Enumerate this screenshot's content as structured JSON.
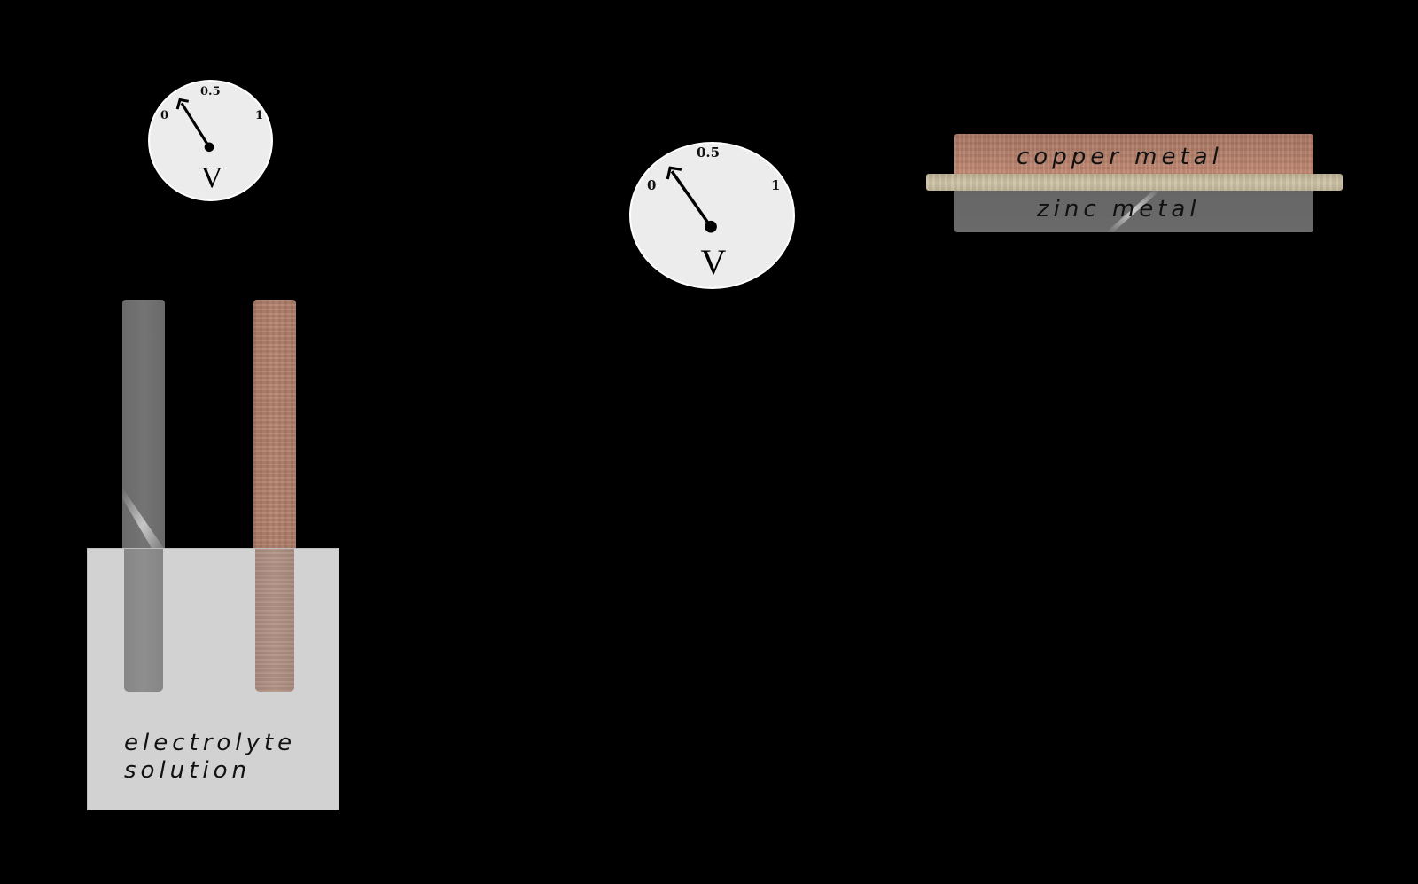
{
  "diagram": {
    "background_color": "#000000",
    "left_cell": {
      "voltmeter": {
        "scale_labels": [
          "0",
          "0.5",
          "1"
        ],
        "unit_label": "V",
        "needle_reading": "0",
        "face_color": "#ececec"
      },
      "electrodes": [
        {
          "name": "zinc electrode",
          "color": "#6e6e6e"
        },
        {
          "name": "copper electrode",
          "color": "#b07e6a"
        }
      ],
      "beaker": {
        "label_line1": "electrolyte",
        "label_line2": "solution",
        "fill_color": "#d2d2d2"
      }
    },
    "right_cell": {
      "voltmeter": {
        "scale_labels": [
          "0",
          "0.5",
          "1"
        ],
        "unit_label": "V",
        "needle_reading": "0",
        "face_color": "#ececec"
      },
      "stack": {
        "top_label": "copper metal",
        "bottom_label": "zinc metal",
        "copper_color": "#b07e6a",
        "separator_color": "#bfb497",
        "zinc_color": "#666666"
      }
    }
  }
}
